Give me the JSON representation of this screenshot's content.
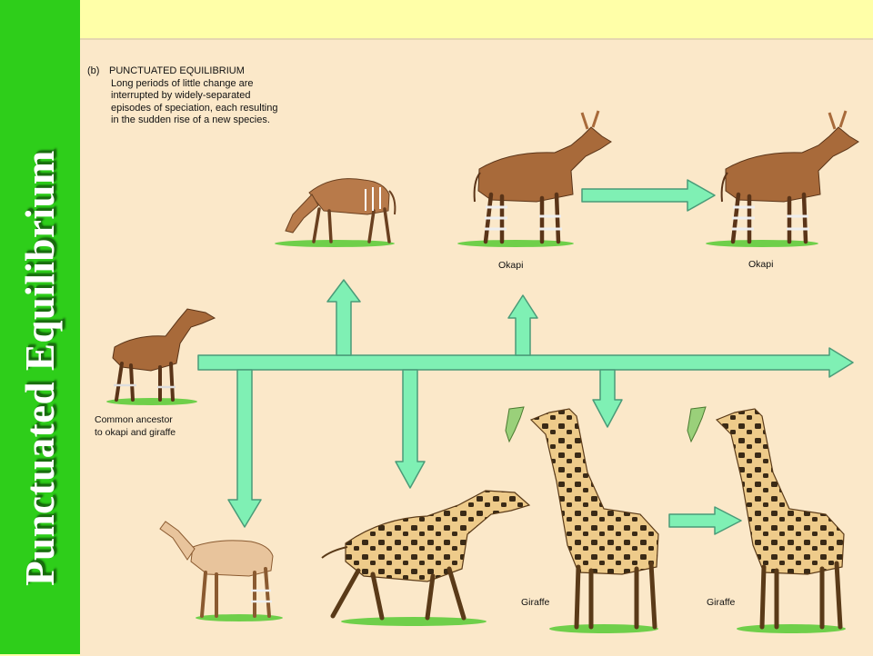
{
  "slide": {
    "title": "Punctuated Equilibrium"
  },
  "figure": {
    "panel_label": "(b)",
    "heading": "PUNCTUATED EQUILIBRIUM",
    "description": [
      "Long periods of little change are",
      "interrupted by widely-separated",
      "episodes of speciation, each resulting",
      "in the sudden rise of a new species."
    ],
    "labels": {
      "ancestor_line1": "Common ancestor",
      "ancestor_line2": "to okapi and giraffe",
      "okapi_1": "Okapi",
      "okapi_2": "Okapi",
      "giraffe_1": "Giraffe",
      "giraffe_2": "Giraffe"
    }
  },
  "colors": {
    "sidebar": "#2ece1a",
    "background": "#ffffa8",
    "panel": "#fbe8c9",
    "arrow_fill": "#7ff0b4",
    "arrow_stroke": "#4a9b78"
  }
}
